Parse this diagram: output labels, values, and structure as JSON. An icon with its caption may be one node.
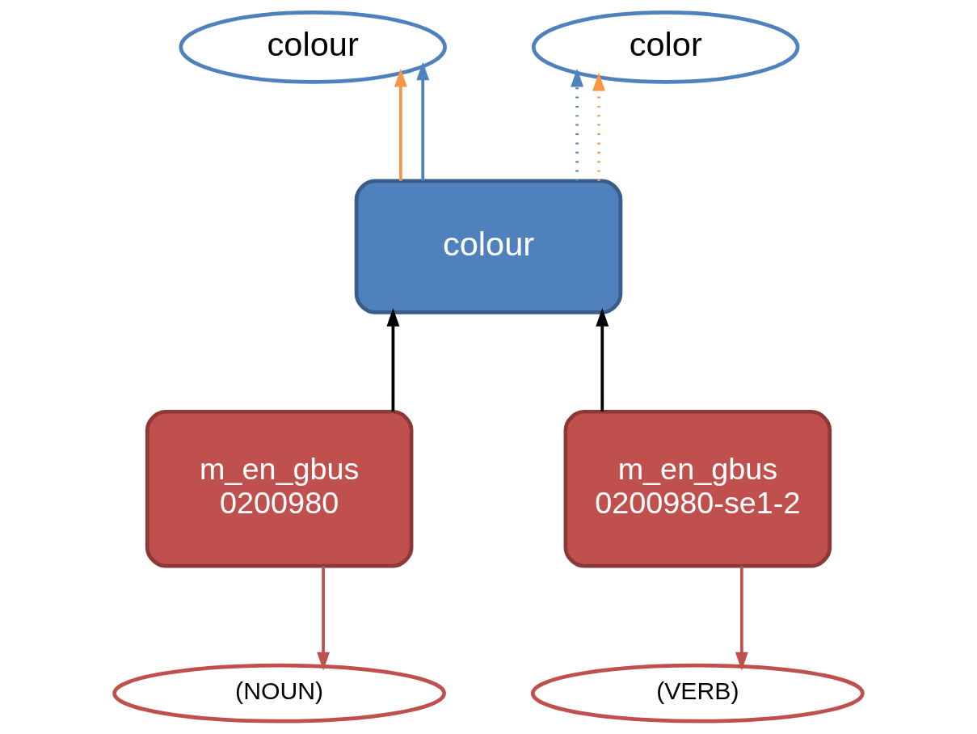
{
  "diagram": {
    "nodes": [
      {
        "text": [
          "colour"
        ]
      },
      {
        "text": [
          "color"
        ]
      },
      {
        "text": [
          "colour"
        ]
      },
      {
        "text": [
          "m_en_gbus 0200980"
        ]
      },
      {
        "text": [
          "m_en_gbus 0200980-se1-2"
        ]
      },
      {
        "text": [
          "(NOUN)"
        ]
      },
      {
        "text": [
          "(VERB)"
        ]
      }
    ],
    "edges": [
      {
        "from": 2,
        "to": 0,
        "arrow": "to",
        "color": "#f79646"
      },
      {
        "from": 2,
        "to": 0,
        "arrow": "to",
        "color": "#4f81bd"
      },
      {
        "from": 2,
        "to": 1,
        "arrow": "to",
        "style": "dashed",
        "color": "#4f81bd"
      },
      {
        "from": 2,
        "to": 1,
        "arrow": "to",
        "style": "dashed",
        "color": "#f79646"
      },
      {
        "from": 3,
        "to": 2,
        "arrow": "to",
        "color": "#000000"
      },
      {
        "from": 4,
        "to": 2,
        "arrow": "to",
        "color": "#000000"
      },
      {
        "from": 3,
        "to": 5,
        "arrow": "to",
        "color": "#c0504d"
      },
      {
        "from": 4,
        "to": 6,
        "arrow": "to",
        "color": "#c0504d"
      }
    ]
  }
}
